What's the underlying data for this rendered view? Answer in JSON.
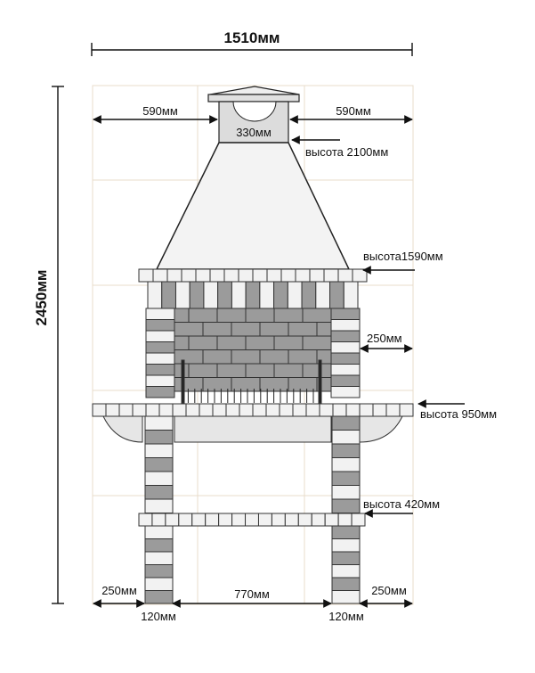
{
  "diagram": {
    "total_width_label": "1510мм",
    "total_height_label": "2450мм",
    "side_left_label": "590мм",
    "side_right_label": "590мм",
    "chimney_width_label": "330мм",
    "height_2100_label": "высота 2100мм",
    "height_1590_label": "высота1590мм",
    "wall_depth_label": "250мм",
    "height_950_label": "высота 950мм",
    "height_420_label": "высота 420мм",
    "bottom_left_label": "250мм",
    "bottom_mid_label": "770мм",
    "bottom_right_label": "250мм",
    "pillar_left_label": "120мм",
    "pillar_right_label": "120мм"
  },
  "colors": {
    "brick_light": "#f2f2f2",
    "brick_dark": "#9b9b9b",
    "mortar": "#333333",
    "grid": "#e8dccb"
  }
}
